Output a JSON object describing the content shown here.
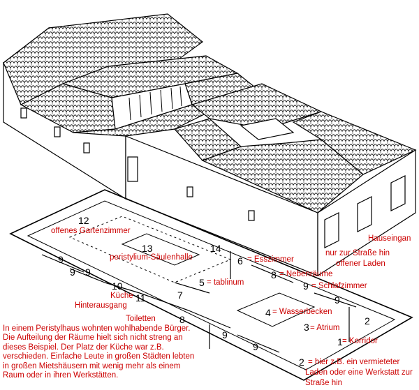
{
  "room_numbers": [
    "12",
    "13",
    "14",
    "6",
    "9",
    "9",
    "9",
    "10",
    "11",
    "8",
    "5",
    "7",
    "8",
    "9",
    "4",
    "9",
    "2",
    "3",
    "1",
    "9",
    "9",
    "2"
  ],
  "labels": {
    "garden": "offenes Gartenzimmer",
    "peristyle": "peristylium-Säulenhalle",
    "dining": "= Esszimmer",
    "side_rooms": "= Nebenräume",
    "bedroom": "= Schlafzimmer",
    "tablinum": "= tablinum",
    "kitchen": "Küche",
    "back_exit": "Hinterausgang",
    "toilets": "Toiletten",
    "basin": "= Wasserbecken",
    "atrium": "= Atrium",
    "corridor": "= Korridor",
    "entrance": "Hauseingan",
    "shop_1": "nur zur Straße hin",
    "shop_2": "offener Laden",
    "workshop_1": "= hier z.B. ein vermieteter",
    "workshop_2": "Laden oder eine Werkstatt zur",
    "workshop_3": "Straße hin"
  },
  "caption": [
    "In einem Peristylhaus wohnten wohlhabende Bürger.",
    "Die Aufteilung der Räume hielt sich nicht streng an",
    "dieses Beispiel. Der Platz der Küche war z.B.",
    "verschieden. Einfache Leute in großen Städten lebten",
    "in großen Mietshäusern mit wenig mehr als einem",
    "Raum oder in ihren Werkstätten."
  ]
}
